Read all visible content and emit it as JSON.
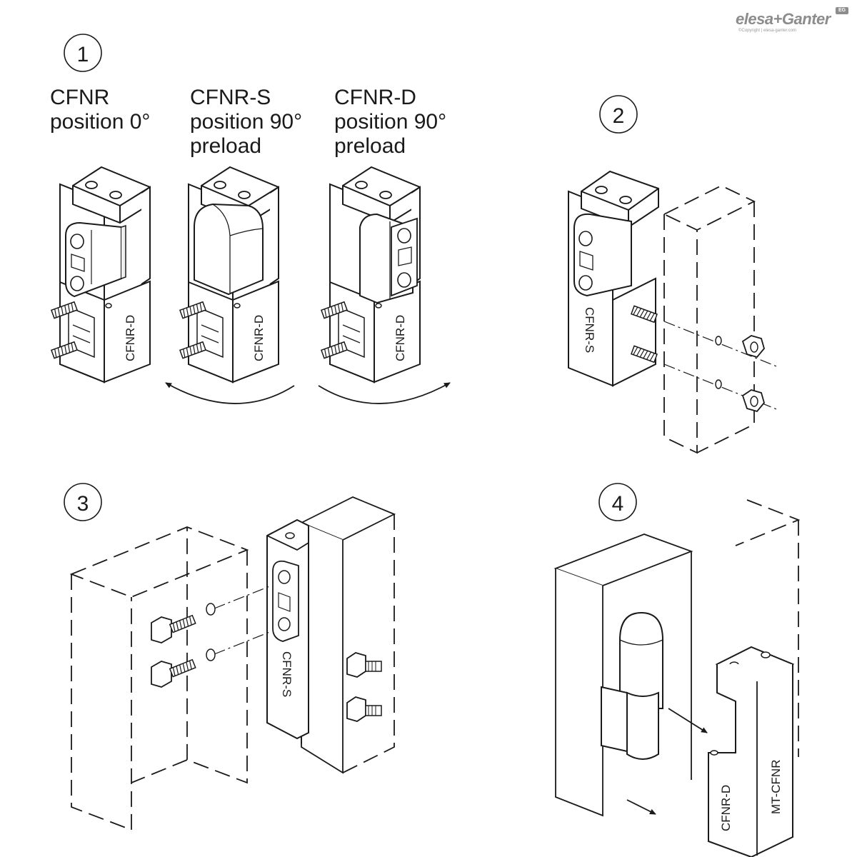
{
  "brand": {
    "name": "elesa+Ganter",
    "copyright": "©Copyright | elesa-ganter.com",
    "badge": "EG"
  },
  "steps": [
    "1",
    "2",
    "3",
    "4"
  ],
  "variants": [
    {
      "code": "CFNR",
      "line1": "position 0°",
      "line2": ""
    },
    {
      "code": "CFNR-S",
      "line1": "position 90°",
      "line2": "preload"
    },
    {
      "code": "CFNR-D",
      "line1": "position 90°",
      "line2": "preload"
    }
  ],
  "part_labels": {
    "hinge_1": "CFNR-D",
    "hinge_2": "CFNR-D",
    "hinge_3": "CFNR-D",
    "step2_hinge": "CFNR-S",
    "step3_hinge": "CFNR-S",
    "step4_hinge": "CFNR-D",
    "step4_tool": "MT-CFNR"
  },
  "colors": {
    "line": "#1a1a1a",
    "fill": "#ffffff",
    "shade": "#eeeeee",
    "logo": "#8c8c8c"
  }
}
